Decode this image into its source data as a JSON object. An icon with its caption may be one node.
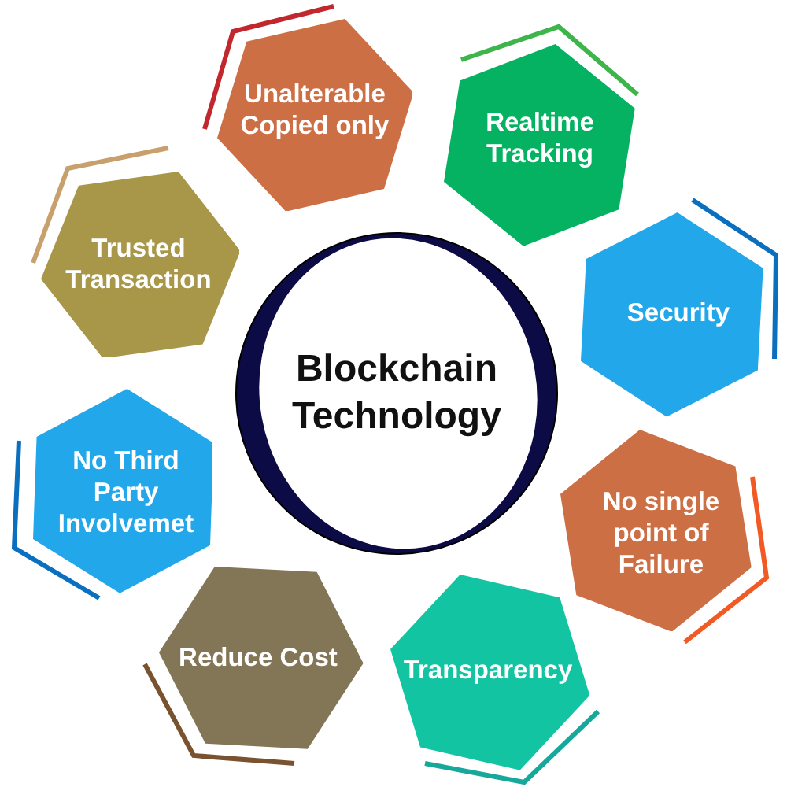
{
  "diagram": {
    "nodes": [
      {
        "text": [
          "Blockchain Technology"
        ]
      },
      {
        "text": [
          "Unalterable Copied only"
        ]
      },
      {
        "text": [
          "Realtime Tracking"
        ]
      },
      {
        "text": [
          "Security"
        ]
      },
      {
        "text": [
          "No single point of Failure"
        ]
      },
      {
        "text": [
          "Transparency"
        ]
      },
      {
        "text": [
          "Reduce Cost"
        ]
      },
      {
        "text": [
          "No Third Party Involvemet"
        ]
      },
      {
        "text": [
          "Trusted Transaction"
        ]
      }
    ]
  }
}
